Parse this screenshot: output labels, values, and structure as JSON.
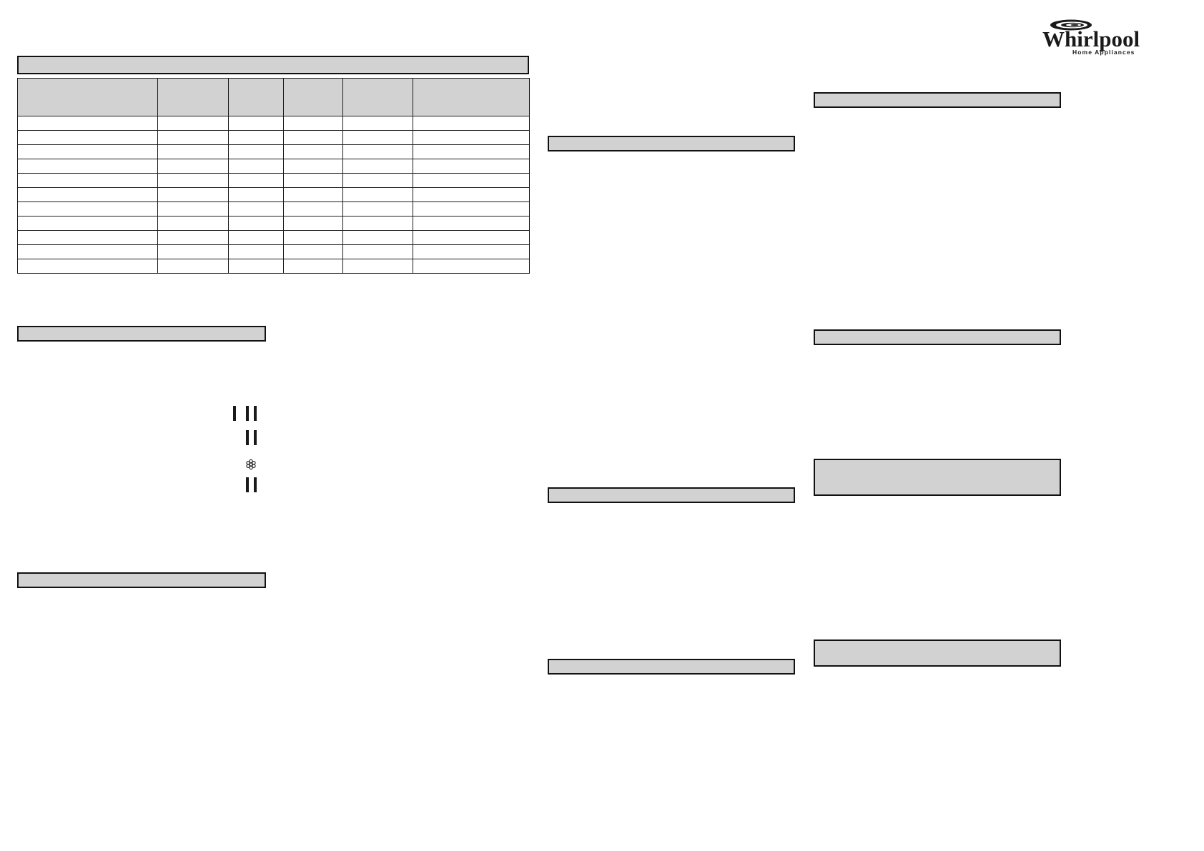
{
  "brand": {
    "logo_name": "whirlpool-logo",
    "wordmark": "Whirlpool",
    "tagline": "Home  Appliances"
  },
  "programme_table": {
    "title": "",
    "columns": [
      "",
      "",
      "",
      "",
      "",
      ""
    ],
    "rows": [
      [
        "",
        "",
        "",
        "",
        "",
        ""
      ],
      [
        "",
        "",
        "",
        "",
        "",
        ""
      ],
      [
        "",
        "",
        "",
        "",
        "",
        ""
      ],
      [
        "",
        "",
        "",
        "",
        "",
        ""
      ],
      [
        "",
        "",
        "",
        "",
        "",
        ""
      ],
      [
        "",
        "",
        "",
        "",
        "",
        ""
      ],
      [
        "",
        "",
        "",
        "",
        "",
        ""
      ],
      [
        "",
        "",
        "",
        "",
        "",
        ""
      ],
      [
        "",
        "",
        "",
        "",
        "",
        ""
      ],
      [
        "",
        "",
        "",
        "",
        "",
        ""
      ],
      [
        "",
        "",
        "",
        "",
        "",
        ""
      ]
    ]
  },
  "sections": {
    "left": [
      {
        "name": "left-section-1",
        "label": ""
      },
      {
        "name": "left-section-2",
        "label": ""
      }
    ],
    "middle": [
      {
        "name": "middle-section-1",
        "label": ""
      },
      {
        "name": "middle-section-2",
        "label": ""
      },
      {
        "name": "middle-section-3",
        "label": ""
      }
    ],
    "right": [
      {
        "name": "right-section-1",
        "label": ""
      },
      {
        "name": "right-section-2",
        "label": ""
      }
    ]
  },
  "panels": {
    "right": [
      {
        "name": "right-panel-1",
        "label": ""
      },
      {
        "name": "right-panel-2",
        "label": ""
      }
    ]
  },
  "symbols": [
    {
      "name": "temperature-bars-one-two",
      "type": "bars",
      "groups": [
        1,
        2
      ]
    },
    {
      "name": "temperature-bars-two",
      "type": "bars",
      "groups": [
        2
      ]
    },
    {
      "name": "delicate-flower-symbol",
      "type": "flower"
    },
    {
      "name": "temperature-bars-two-lower",
      "type": "bars",
      "groups": [
        2
      ]
    }
  ],
  "colors": {
    "section_fill": "#d2d2d2",
    "border": "#111111",
    "page_background": "#ffffff",
    "ink": "#1a1a1a"
  }
}
